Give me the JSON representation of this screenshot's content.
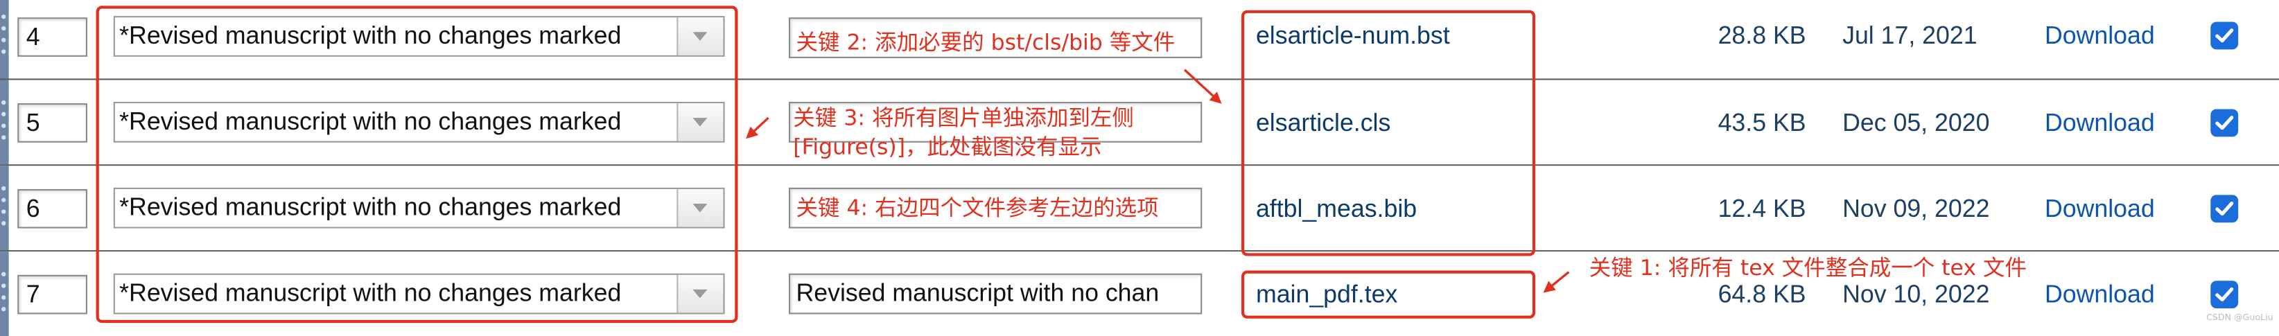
{
  "rows": [
    {
      "order": "4",
      "item": "*Revised manuscript with no changes marked",
      "description": "",
      "filename": "elsarticle-num.bst",
      "size": "28.8 KB",
      "date": "Jul 17, 2021",
      "action": "Download",
      "checked": true
    },
    {
      "order": "5",
      "item": "*Revised manuscript with no changes marked",
      "description": "",
      "filename": "elsarticle.cls",
      "size": "43.5 KB",
      "date": "Dec 05, 2020",
      "action": "Download",
      "checked": true
    },
    {
      "order": "6",
      "item": "*Revised manuscript with no changes marked",
      "description": "",
      "filename": "aftbl_meas.bib",
      "size": "12.4 KB",
      "date": "Nov 09, 2022",
      "action": "Download",
      "checked": true
    },
    {
      "order": "7",
      "item": "*Revised manuscript with no changes marked",
      "description": "Revised manuscript with no chan",
      "filename": "main_pdf.tex",
      "size": "64.8 KB",
      "date": "Nov 10, 2022",
      "action": "Download",
      "checked": true
    }
  ],
  "annotations": {
    "key1": "关键 1: 将所有 tex 文件整合成一个 tex 文件",
    "key2": "关键 2: 添加必要的 bst/cls/bib 等文件",
    "key3_line1": "关键 3: 将所有图片单独添加到左侧",
    "key3_line2": "[Figure(s)]，此处截图没有显示",
    "key4": "关键 4: 右边四个文件参考左边的选项"
  },
  "watermark": "CSDN @GuoLiu",
  "colors": {
    "annotation": "#e0311f",
    "link": "#0a55b4",
    "checkbox": "#1a6ddb"
  }
}
